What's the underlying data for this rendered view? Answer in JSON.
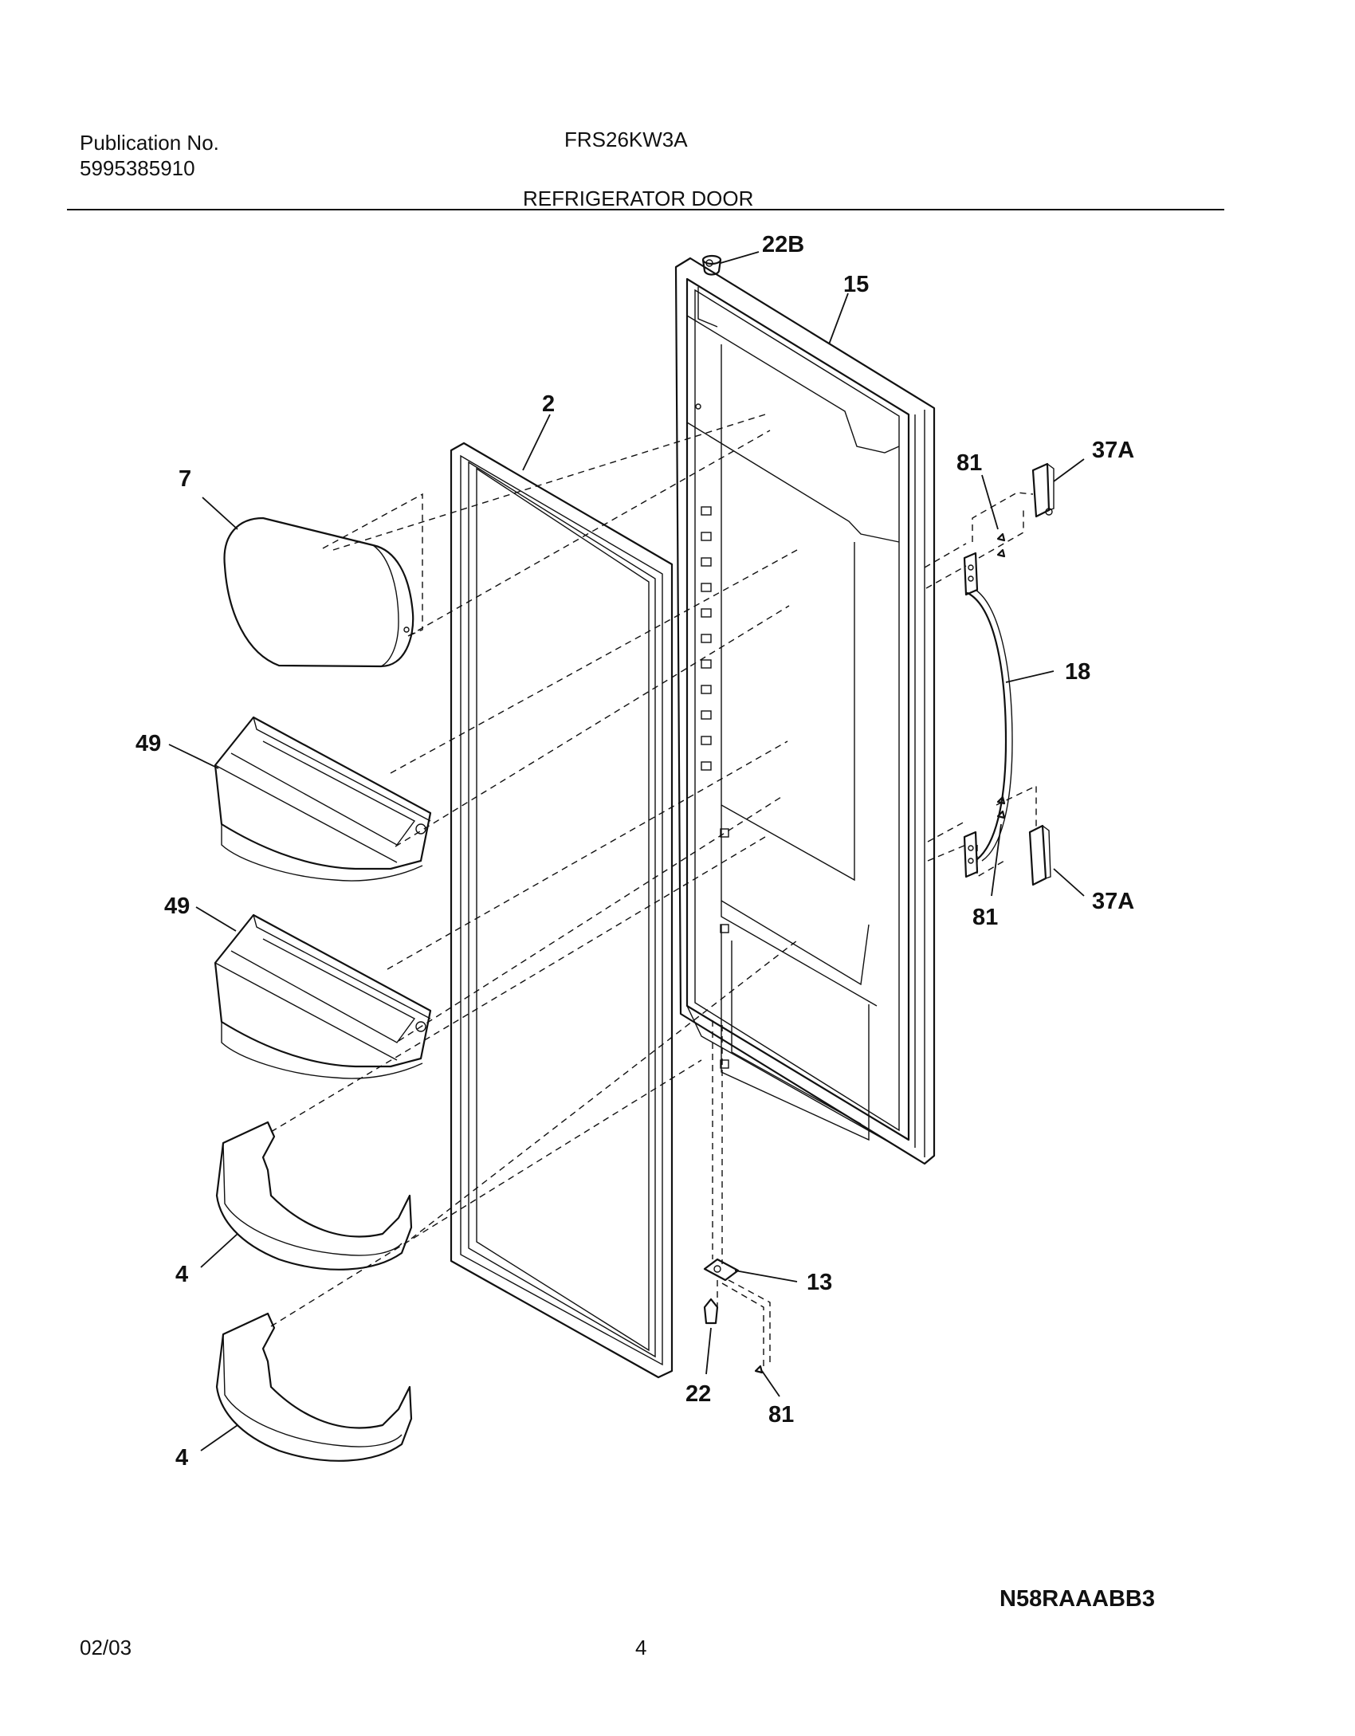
{
  "header": {
    "publication_label": "Publication No.",
    "publication_number": "5995385910",
    "model": "FRS26KW3A",
    "section_title": "REFRIGERATOR DOOR"
  },
  "callouts": {
    "c22b": "22B",
    "c15": "15",
    "c2": "2",
    "c7": "7",
    "c81a": "81",
    "c37a_top": "37A",
    "c18": "18",
    "c49a": "49",
    "c49b": "49",
    "c81b": "81",
    "c37a_bottom": "37A",
    "c4a": "4",
    "c4b": "4",
    "c13": "13",
    "c22": "22",
    "c81c": "81"
  },
  "footer": {
    "diagram_code": "N58RAAABB3",
    "date": "02/03",
    "page_number": "4"
  }
}
